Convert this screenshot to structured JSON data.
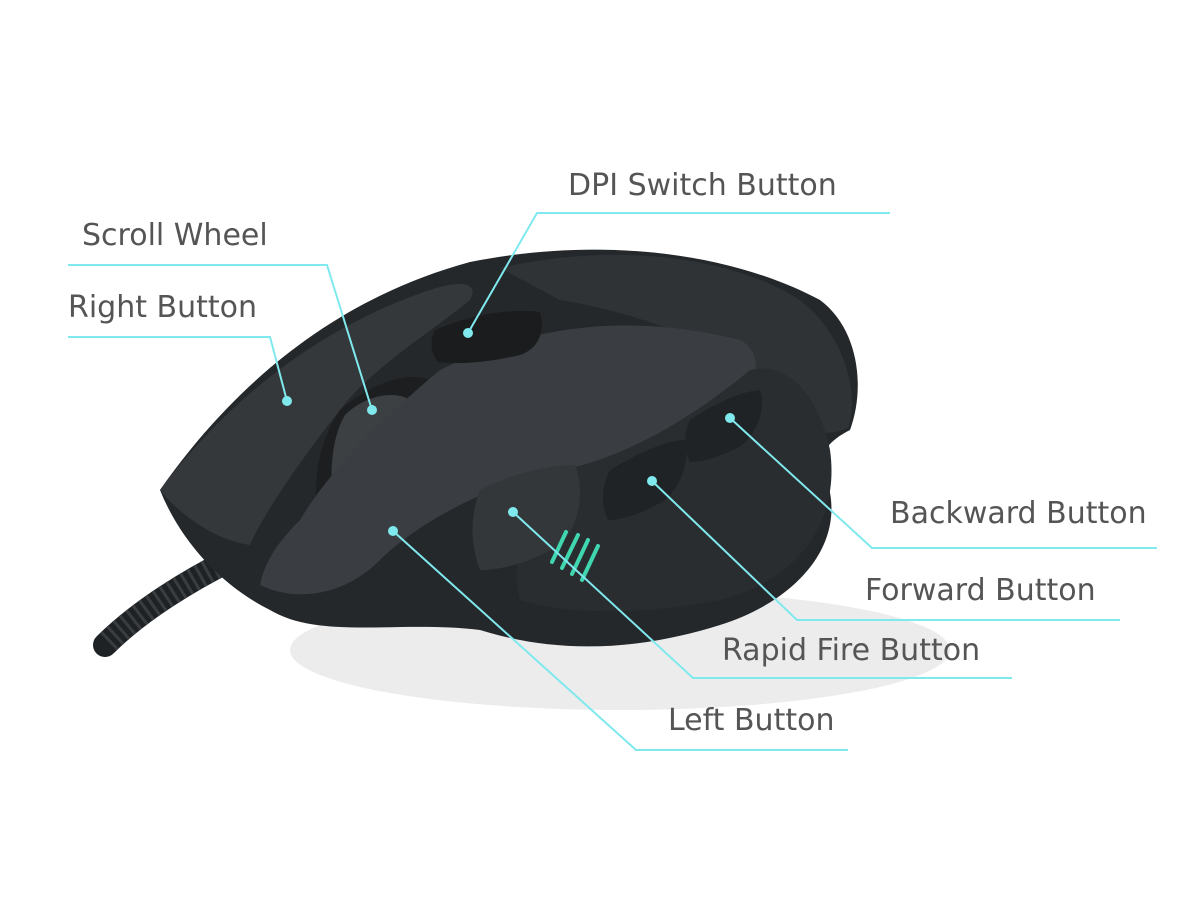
{
  "colors": {
    "callout": "#7fe9ee",
    "label_text": "#555555",
    "mouse_body": "#2b2e31",
    "mouse_highlight": "#3e4246",
    "led": "#3fd6b0"
  },
  "callouts": [
    {
      "id": "dpi",
      "label": "DPI Switch Button"
    },
    {
      "id": "scroll",
      "label": "Scroll Wheel"
    },
    {
      "id": "right",
      "label": "Right Button"
    },
    {
      "id": "backward",
      "label": "Backward Button"
    },
    {
      "id": "forward",
      "label": "Forward Button"
    },
    {
      "id": "rapid",
      "label": "Rapid Fire Button"
    },
    {
      "id": "left",
      "label": "Left Button"
    }
  ]
}
